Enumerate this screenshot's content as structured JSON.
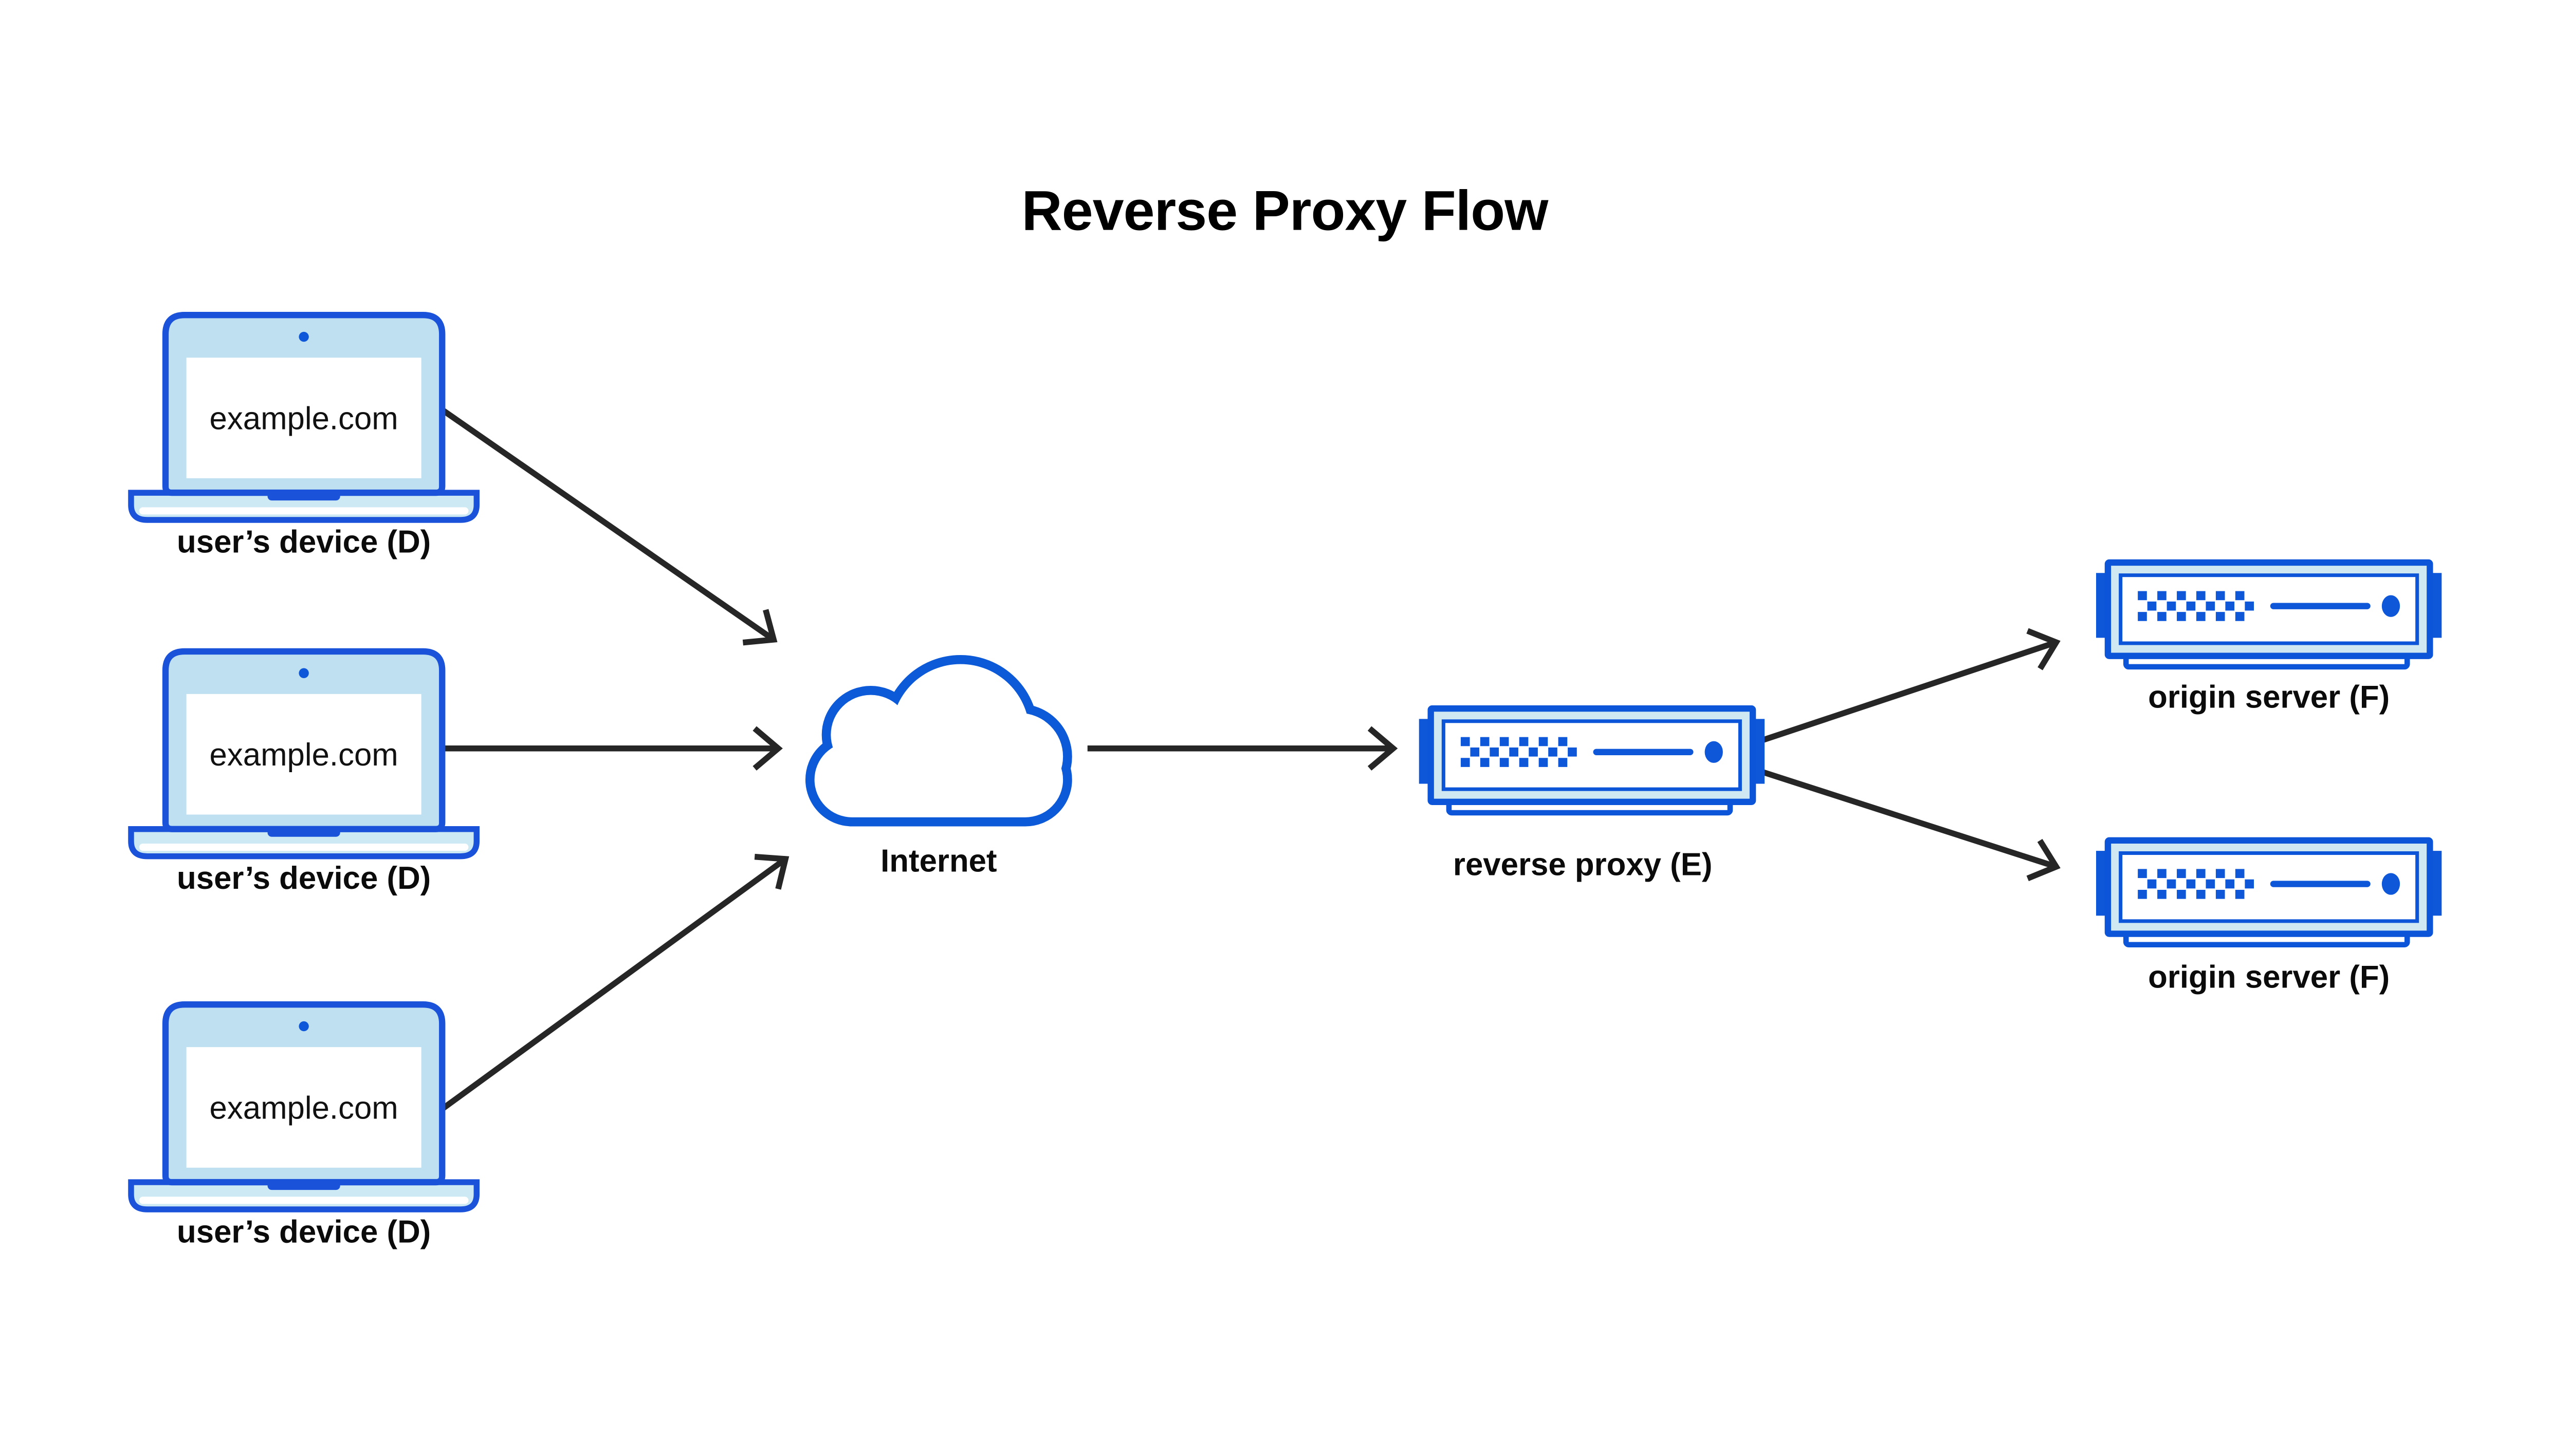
{
  "diagram": {
    "title": "Reverse Proxy Flow",
    "background": "#ffffff"
  },
  "colors": {
    "laptop_stroke": "#1A52D9",
    "server_stroke": "#0D55D8",
    "cloud_stroke": "#0C5AD8",
    "accent_blue": "#0E57D9",
    "laptop_bezel_fill": "#BFE0F0",
    "laptop_base_fill": "#CDE9F3",
    "server_face_fill": "#CFE8F1",
    "arrow_color": "#262626",
    "text_color": "#0B0B0B"
  },
  "nodes": {
    "user_devices": [
      {
        "id": "user-device-1",
        "screen_text": "example.com",
        "label": "user’s device (D)"
      },
      {
        "id": "user-device-2",
        "screen_text": "example.com",
        "label": "user’s device (D)"
      },
      {
        "id": "user-device-3",
        "screen_text": "example.com",
        "label": "user’s device (D)"
      }
    ],
    "internet": {
      "id": "internet",
      "label": "Internet"
    },
    "reverse_proxy": {
      "id": "reverse-proxy",
      "label": "reverse proxy (E)"
    },
    "origin_servers": [
      {
        "id": "origin-server-1",
        "label": "origin server (F)"
      },
      {
        "id": "origin-server-2",
        "label": "origin server (F)"
      }
    ]
  },
  "connections": [
    {
      "from": "user-device-1",
      "to": "internet"
    },
    {
      "from": "user-device-2",
      "to": "internet"
    },
    {
      "from": "user-device-3",
      "to": "internet"
    },
    {
      "from": "internet",
      "to": "reverse-proxy"
    },
    {
      "from": "reverse-proxy",
      "to": "origin-server-1"
    },
    {
      "from": "reverse-proxy",
      "to": "origin-server-2"
    }
  ]
}
